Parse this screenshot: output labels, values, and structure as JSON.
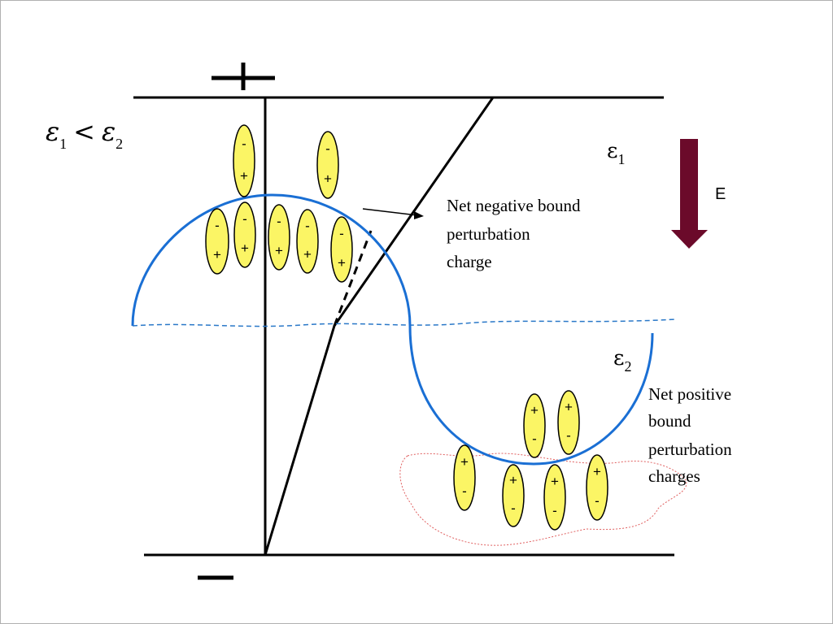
{
  "relation": {
    "eps_a": "ε",
    "sub_a": "1",
    "op": "<",
    "eps_b": "ε",
    "sub_b": "2"
  },
  "region1": {
    "symbol": "ε",
    "sub": "1"
  },
  "region2": {
    "symbol": "ε",
    "sub": "2"
  },
  "field_label": "E",
  "notes": {
    "negative": [
      "Net negative bound",
      "perturbation",
      "charge"
    ],
    "positive": [
      "Net positive",
      "bound",
      "perturbation",
      "charges"
    ]
  },
  "colors": {
    "dipole_fill": "#fbf565",
    "interface_curve": "#1a6fd4",
    "arrow_fill": "#6b0a2a",
    "dashed_boundary": "#2a78c8",
    "dotted_region": "#e06060"
  },
  "plates": {
    "top_sign": "+",
    "bottom_sign": "−"
  },
  "dipoles_upper": [
    {
      "top": "-",
      "bottom": "+"
    },
    {
      "top": "-",
      "bottom": "+"
    },
    {
      "top": "-",
      "bottom": "+"
    },
    {
      "top": "-",
      "bottom": "+"
    },
    {
      "top": "-",
      "bottom": "+"
    },
    {
      "top": "-",
      "bottom": "+"
    },
    {
      "top": "-",
      "bottom": "+"
    }
  ],
  "dipoles_lower": [
    {
      "top": "+",
      "bottom": "-"
    },
    {
      "top": "+",
      "bottom": "-"
    },
    {
      "top": "+",
      "bottom": "-"
    },
    {
      "top": "+",
      "bottom": "-"
    },
    {
      "top": "+",
      "bottom": "-"
    },
    {
      "top": "+",
      "bottom": "-"
    }
  ]
}
